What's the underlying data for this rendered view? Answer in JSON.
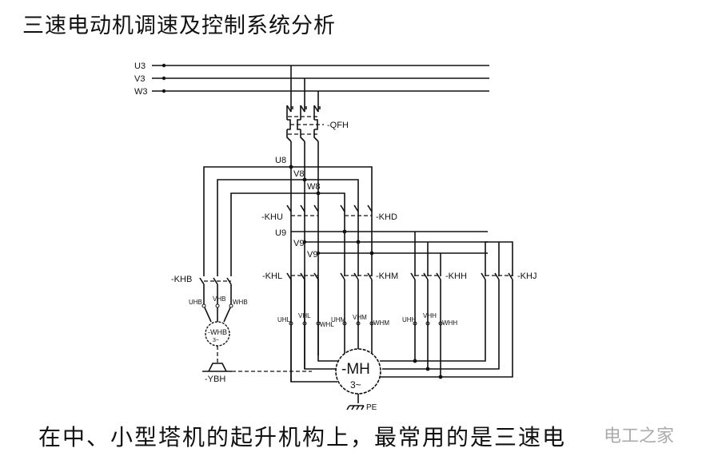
{
  "title": "三速电动机调速及控制系统分析",
  "caption": "在中、小型塔机的起升机构上，最常用的是三速电",
  "watermark": "电工之家",
  "diagram": {
    "supply_lines": [
      "U3",
      "V3",
      "W3"
    ],
    "breaker": "-QFH",
    "bus_a": [
      "U8",
      "V8",
      "W8"
    ],
    "bus_b": [
      "U9",
      "V9",
      "V9"
    ],
    "contactors": {
      "khu": "-KHU",
      "khd": "-KHD",
      "khb": "-KHB",
      "khl": "-KHL",
      "khm": "-KHM",
      "khh": "-KHH",
      "khj": "-KHJ"
    },
    "terminals": {
      "brake": [
        "UHB",
        "VHB",
        "WHB"
      ],
      "low": [
        "UHL",
        "VHL",
        "WHL"
      ],
      "mid": [
        "UHM",
        "VHM",
        "WHM"
      ],
      "high": [
        "UHH",
        "VHH",
        "WHH"
      ]
    },
    "brake_motor": {
      "name": "-WHB",
      "phase": "3~"
    },
    "brake_device": "-YBH",
    "main_motor": {
      "name": "-MH",
      "phase": "3~"
    },
    "ground": "PE"
  }
}
